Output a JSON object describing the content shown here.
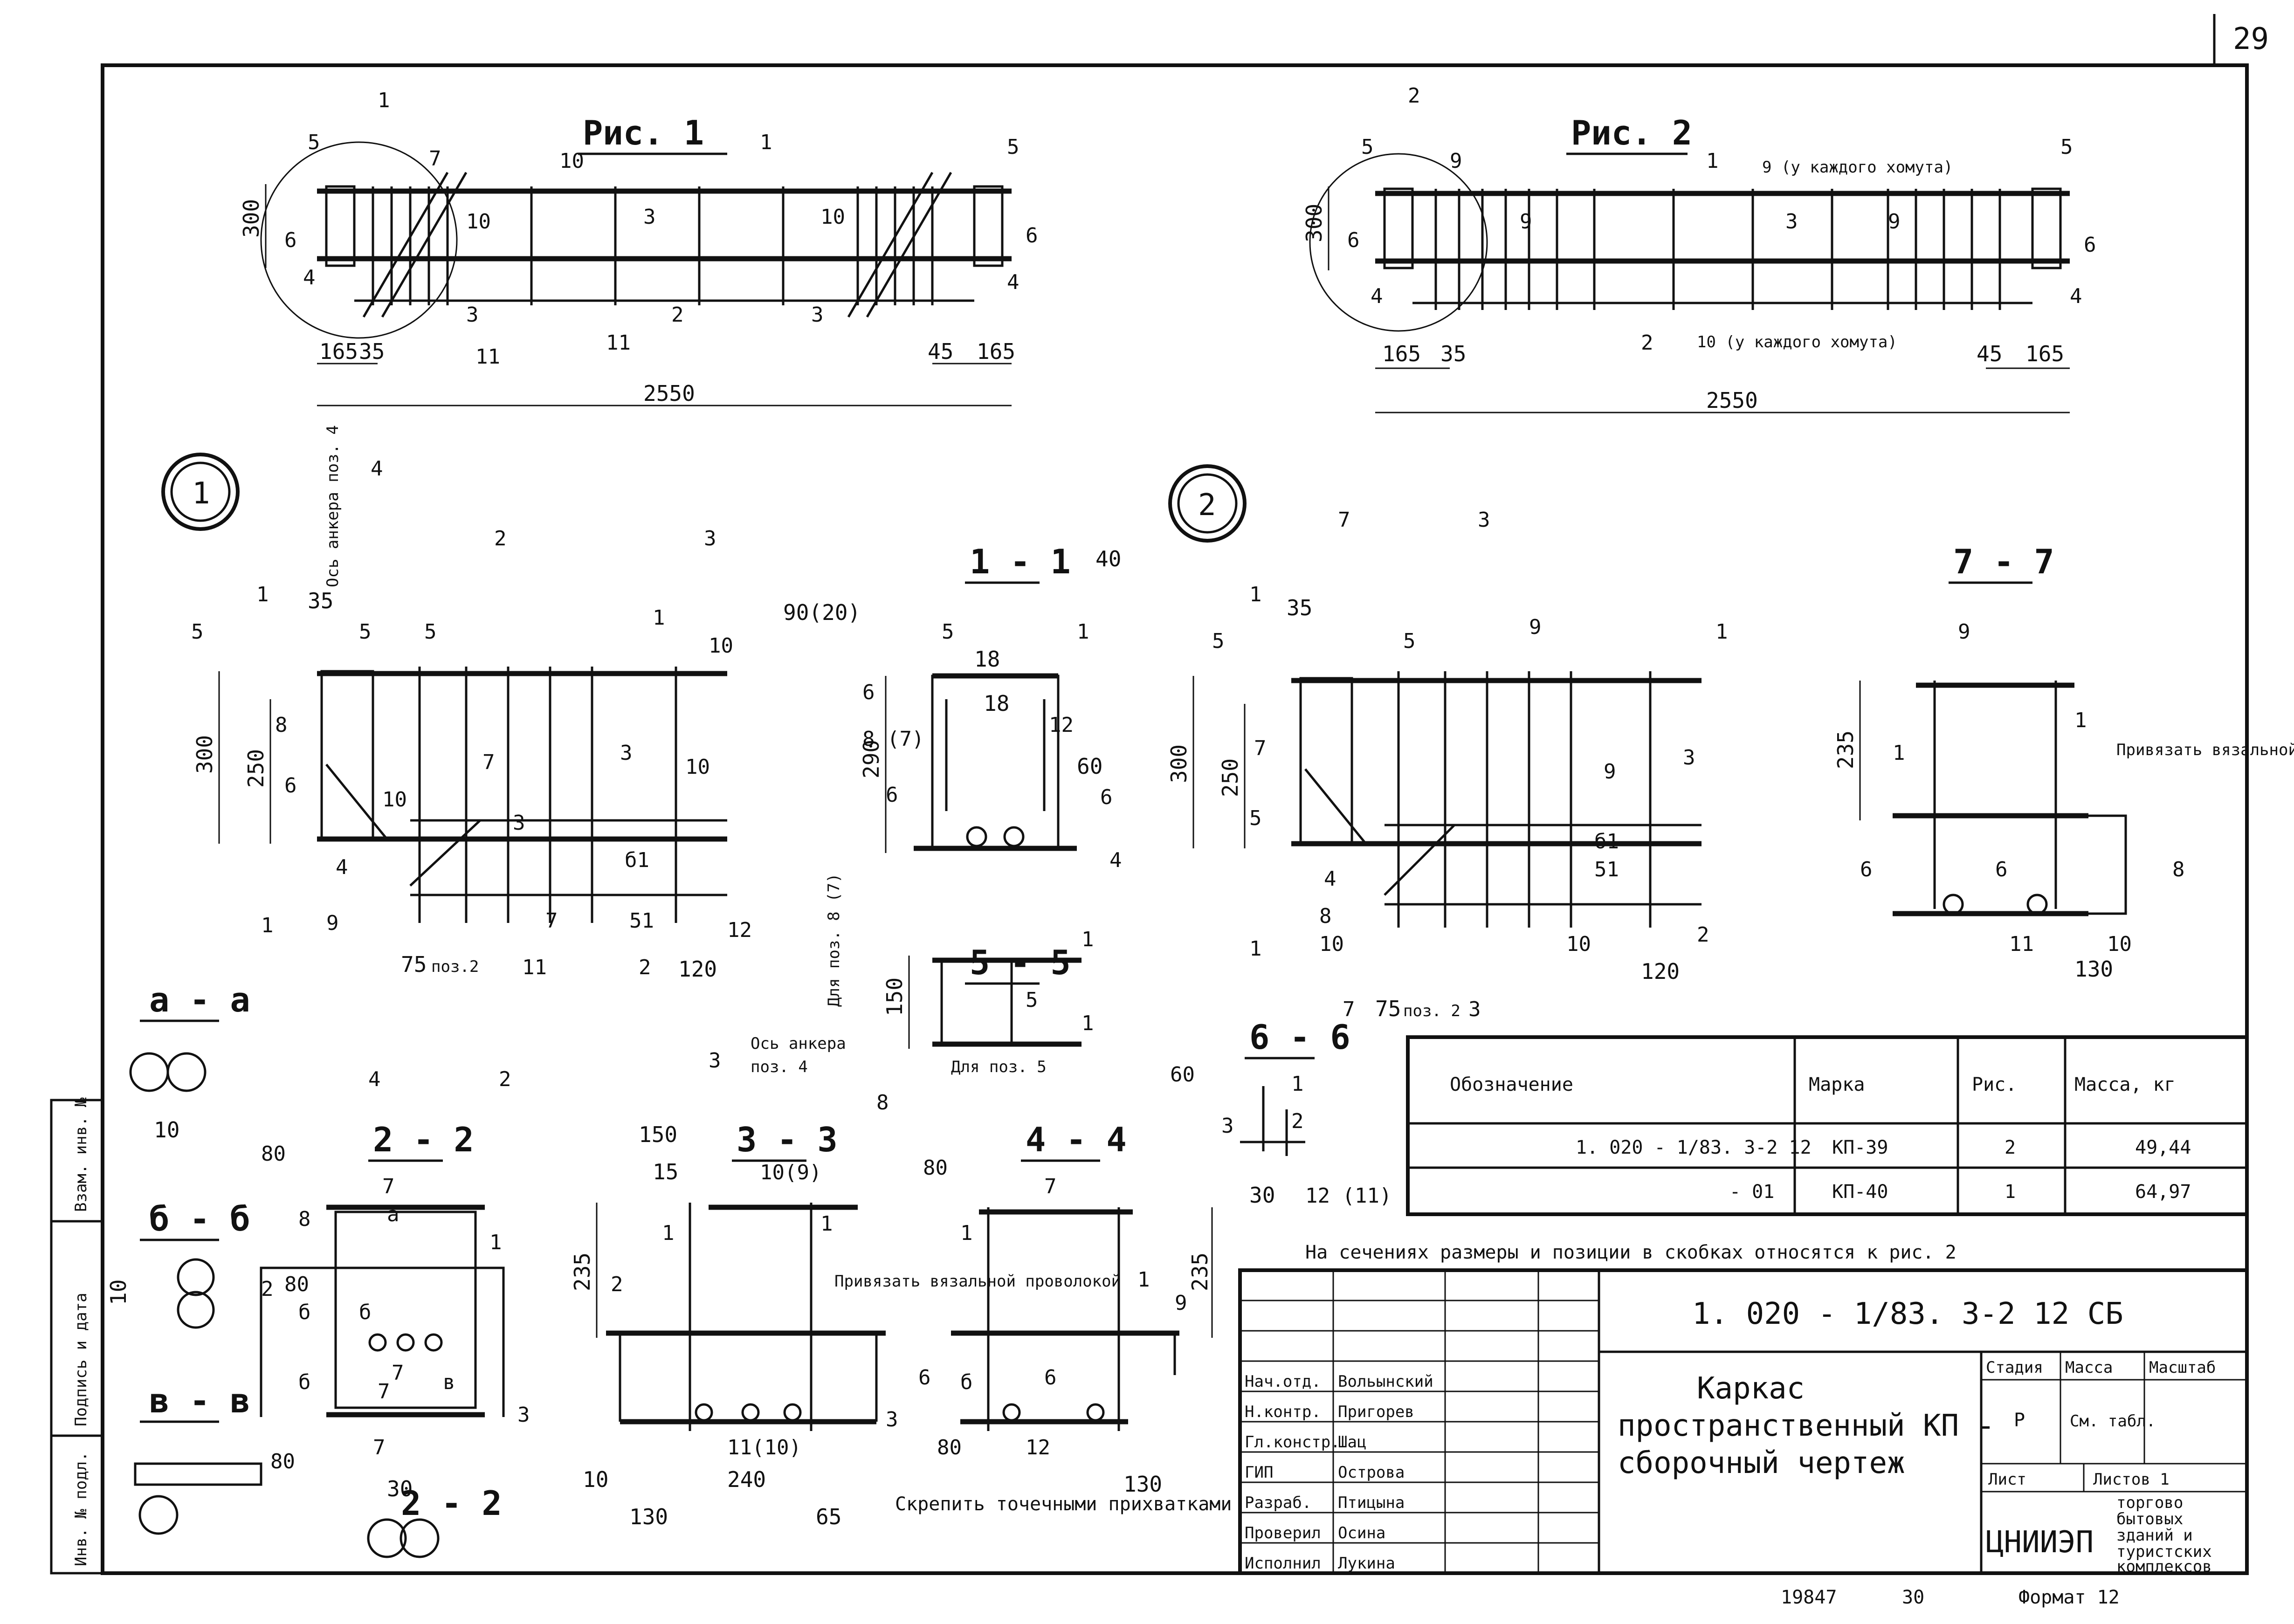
{
  "sheet": {
    "number": "29",
    "doc_no": "19847",
    "copy_no": "30",
    "format": "Формат 12"
  },
  "fig1": {
    "title": "Рис. 1",
    "total": "2550",
    "height": "300",
    "end_left_a": "165",
    "end_left_b": "35",
    "end_right_a": "45",
    "end_right_b": "165",
    "pos": [
      "1",
      "5",
      "6",
      "4",
      "7",
      "10",
      "1",
      "3",
      "2",
      "10",
      "3",
      "11",
      "11",
      "3",
      "5",
      "6",
      "4",
      "10"
    ]
  },
  "fig2": {
    "title": "Рис. 2",
    "total": "2550",
    "height": "300",
    "end_left_a": "165",
    "end_left_b": "35",
    "end_right_a": "45",
    "end_right_b": "165",
    "note_top": "9 (у каждого хомута)",
    "note_bottom": "10 (у каждого хомута)",
    "pos": [
      "2",
      "5",
      "9",
      "6",
      "4",
      "9",
      "1",
      "3",
      "9",
      "2",
      "5",
      "6",
      "4"
    ]
  },
  "node1": {
    "mark": "1",
    "dims": [
      "300",
      "250",
      "35",
      "75",
      "120"
    ],
    "note_axis": "Ось анкера поз. 4",
    "pos75": "поз.2",
    "pos": [
      "4",
      "2",
      "3",
      "1",
      "5",
      "5",
      "5",
      "1",
      "10",
      "8",
      "6",
      "7",
      "3",
      "10",
      "4",
      "10",
      "9",
      "3",
      "б1",
      "51",
      "11",
      "7",
      "2",
      "12",
      "1",
      "4",
      "2",
      "3"
    ]
  },
  "sec11": {
    "title": "1 - 1",
    "dims": [
      "290",
      "18",
      "18",
      "60",
      "40",
      "90(20)"
    ],
    "note": "Для поз. 8 (7)",
    "pos": [
      "5",
      "6",
      "8 (7)",
      "6",
      "1",
      "12",
      "6",
      "4"
    ]
  },
  "sec55": {
    "title": "5 - 5",
    "dim": "150",
    "note1": "Ось анкера",
    "note2": "поз. 4",
    "note3": "Для поз. 5",
    "pos": [
      "1",
      "5",
      "1",
      "8"
    ]
  },
  "node2": {
    "mark": "2",
    "dims": [
      "300",
      "250",
      "35",
      "75",
      "120"
    ],
    "pos75": "поз. 2",
    "pos": [
      "7",
      "3",
      "1",
      "5",
      "5",
      "9",
      "1",
      "7",
      "5",
      "9",
      "3",
      "4",
      "8",
      "10",
      "б1",
      "51",
      "10",
      "2",
      "1",
      "7",
      "3"
    ]
  },
  "sec77": {
    "title": "7 - 7",
    "dims": [
      "235",
      "130"
    ],
    "note": "Привязать вязальной проволокой",
    "pos": [
      "9",
      "1",
      "1",
      "6",
      "6",
      "8",
      "11",
      "10"
    ]
  },
  "sec66": {
    "title": "6 - 6",
    "dim": "30",
    "pos": [
      "60",
      "1",
      "2",
      "3",
      "12 (11)"
    ]
  },
  "seca": {
    "title": "а - а",
    "dim": "10"
  },
  "secb": {
    "title": "б - б",
    "dim": "10"
  },
  "secv": {
    "title": "в - в"
  },
  "sec22": {
    "title": "2 - 2",
    "title2": "2 - 2",
    "dim": "30",
    "pos": [
      "80",
      "7",
      "1",
      "8",
      "2",
      "80",
      "б",
      "б",
      "3",
      "б",
      "7",
      "80",
      "в",
      "7",
      "7",
      "а"
    ]
  },
  "sec33": {
    "title": "3 - 3",
    "dims": [
      "150",
      "15",
      "235",
      "10",
      "130",
      "240",
      "65"
    ],
    "note": "Привязать вязальной проволокой",
    "note2": "Скрепить точечными прихватками",
    "pos": [
      "10(9)",
      "1",
      "2",
      "1",
      "3",
      "11(10)"
    ]
  },
  "sec44": {
    "title": "4 - 4",
    "dims": [
      "235",
      "130"
    ],
    "pos": [
      "80",
      "7",
      "1",
      "1",
      "9",
      "6",
      "б",
      "6",
      "80",
      "12"
    ]
  },
  "spec": {
    "headers": [
      "Обозначение",
      "Марка",
      "Рис.",
      "Масса, кг"
    ],
    "rows": [
      [
        "1. 020 - 1/83. 3-2 12",
        "КП-39",
        "2",
        "49,44"
      ],
      [
        "- 01",
        "КП-40",
        "1",
        "64,97"
      ]
    ]
  },
  "note": "На сечениях размеры и позиции в скобках относятся к рис. 2",
  "stamp": {
    "code": "1. 020 - 1/83. 3-2 12 СБ",
    "title": [
      "Каркас",
      "пространственный КП -",
      "сборочный чертеж"
    ],
    "people": [
      [
        "Нач.отд.",
        "Вольынский"
      ],
      [
        "Н.контр.",
        "Пригорев"
      ],
      [
        "Гл.констр.",
        "Шац"
      ],
      [
        "ГИП",
        "Острова"
      ],
      [
        "Разраб.",
        "Птицына"
      ],
      [
        "Проверил",
        "Осина"
      ],
      [
        "Исполнил",
        "Лукина"
      ]
    ],
    "stage_h": "Стадия",
    "mass_h": "Масса",
    "scale_h": "Масштаб",
    "stage": "Р",
    "mass": "См. табл.",
    "sheet_h": "Лист",
    "sheets_h": "Листов 1",
    "org": "ЦНИИЭП",
    "org_sub": [
      "торгово",
      "бытовых",
      "зданий и",
      "туристских",
      "комплексов"
    ]
  },
  "sidebar": [
    "Взам. инв. №",
    "Подпись и дата",
    "Инв. № подл."
  ]
}
